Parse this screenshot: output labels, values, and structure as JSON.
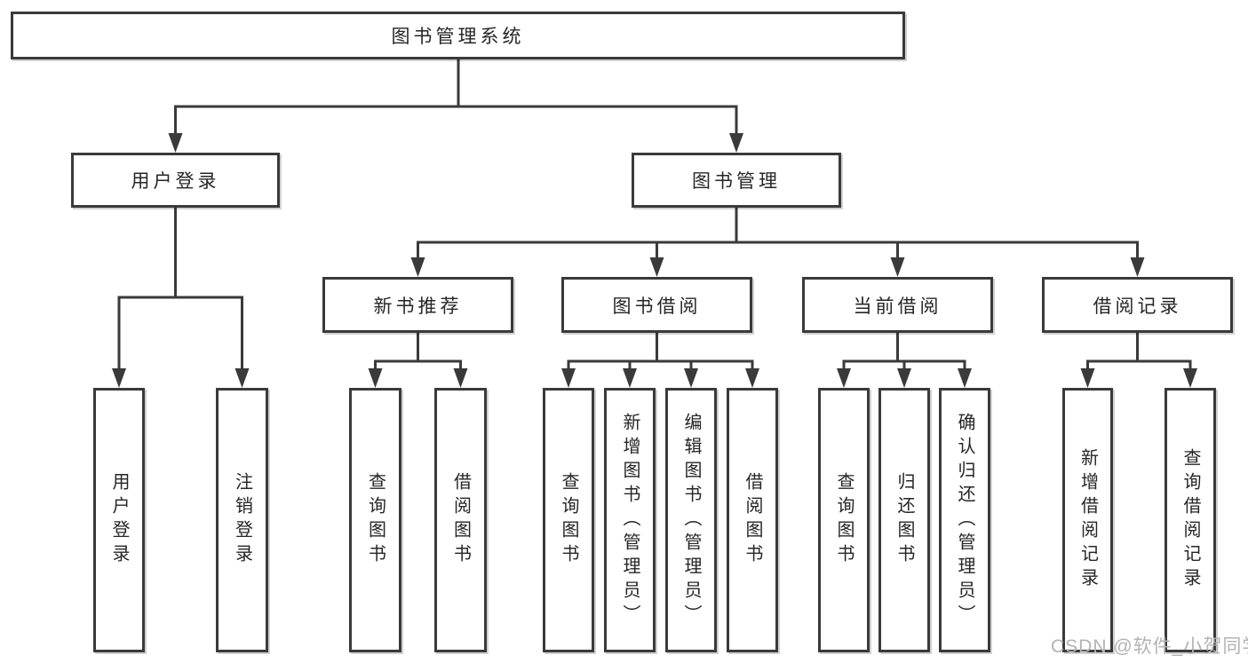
{
  "tree": {
    "label": "图书管理系统",
    "children": [
      {
        "label": "用户登录",
        "children": [
          {
            "label": "用户登录"
          },
          {
            "label": "注销登录"
          }
        ]
      },
      {
        "label": "图书管理",
        "children": [
          {
            "label": "新书推荐",
            "children": [
              {
                "label": "查询图书"
              },
              {
                "label": "借阅图书"
              }
            ]
          },
          {
            "label": "图书借阅",
            "children": [
              {
                "label": "查询图书"
              },
              {
                "label": "新增图书（管理员）"
              },
              {
                "label": "编辑图书（管理员）"
              },
              {
                "label": "借阅图书"
              }
            ]
          },
          {
            "label": "当前借阅",
            "children": [
              {
                "label": "查询图书"
              },
              {
                "label": "归还图书"
              },
              {
                "label": "确认归还（管理员）"
              }
            ]
          },
          {
            "label": "借阅记录",
            "children": [
              {
                "label": "新增借阅记录"
              },
              {
                "label": "查询借阅记录"
              }
            ]
          }
        ]
      }
    ]
  },
  "watermark": {
    "text": "CSDN @软件_小贺同学"
  },
  "colors": {
    "line": "#3a3a3a",
    "text": "#262626",
    "watermark": "#b3b3b3",
    "background": "#ffffff"
  }
}
